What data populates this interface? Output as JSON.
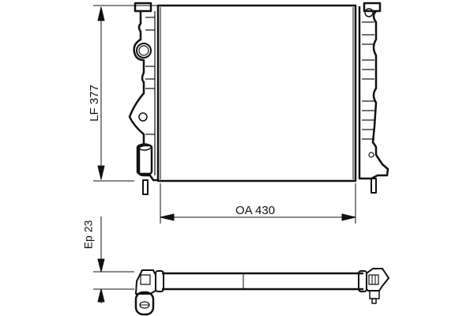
{
  "drawing": {
    "subject": "radiator",
    "views": [
      "front-view",
      "top-view"
    ],
    "line_color": "#111111",
    "background": "#ffffff"
  },
  "dimensions": {
    "height_label": "LF 377",
    "width_label": "OA 430",
    "depth_label": "Ep 23"
  }
}
